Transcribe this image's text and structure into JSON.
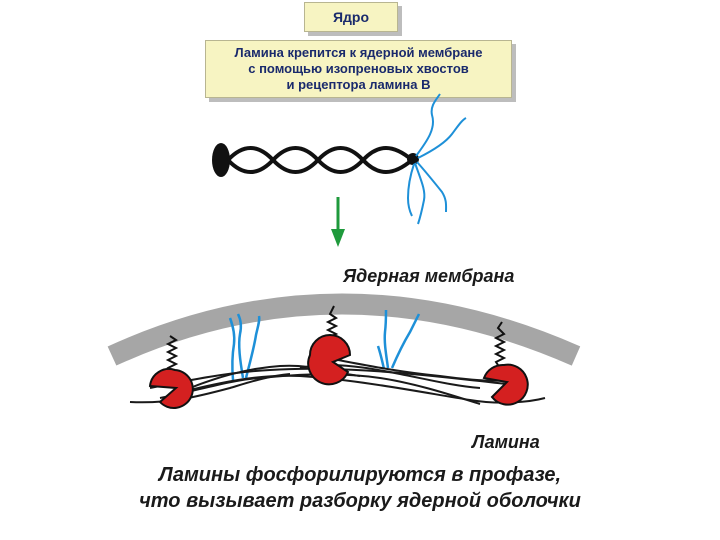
{
  "title": "Ядро",
  "caption": [
    "Ламина крепится к ядерной мембране",
    "с помощью изопреновых хвостов",
    "и рецептора ламина B"
  ],
  "labels": {
    "membrane": "Ядерная мембрана",
    "lamina": "Ламина"
  },
  "footer": [
    "Ламины фосфорилируются в профазе,",
    "что вызывает разборку ядерной оболочки"
  ],
  "colors": {
    "box_fill": "#f7f4c2",
    "box_text": "#1a2a6c",
    "arrow": "#1f9a3c",
    "isoprene_tail": "#1e90d8",
    "receptor": "#d42020",
    "membrane": "#a6a6a6",
    "lamin_filament": "#1a1a1a"
  }
}
